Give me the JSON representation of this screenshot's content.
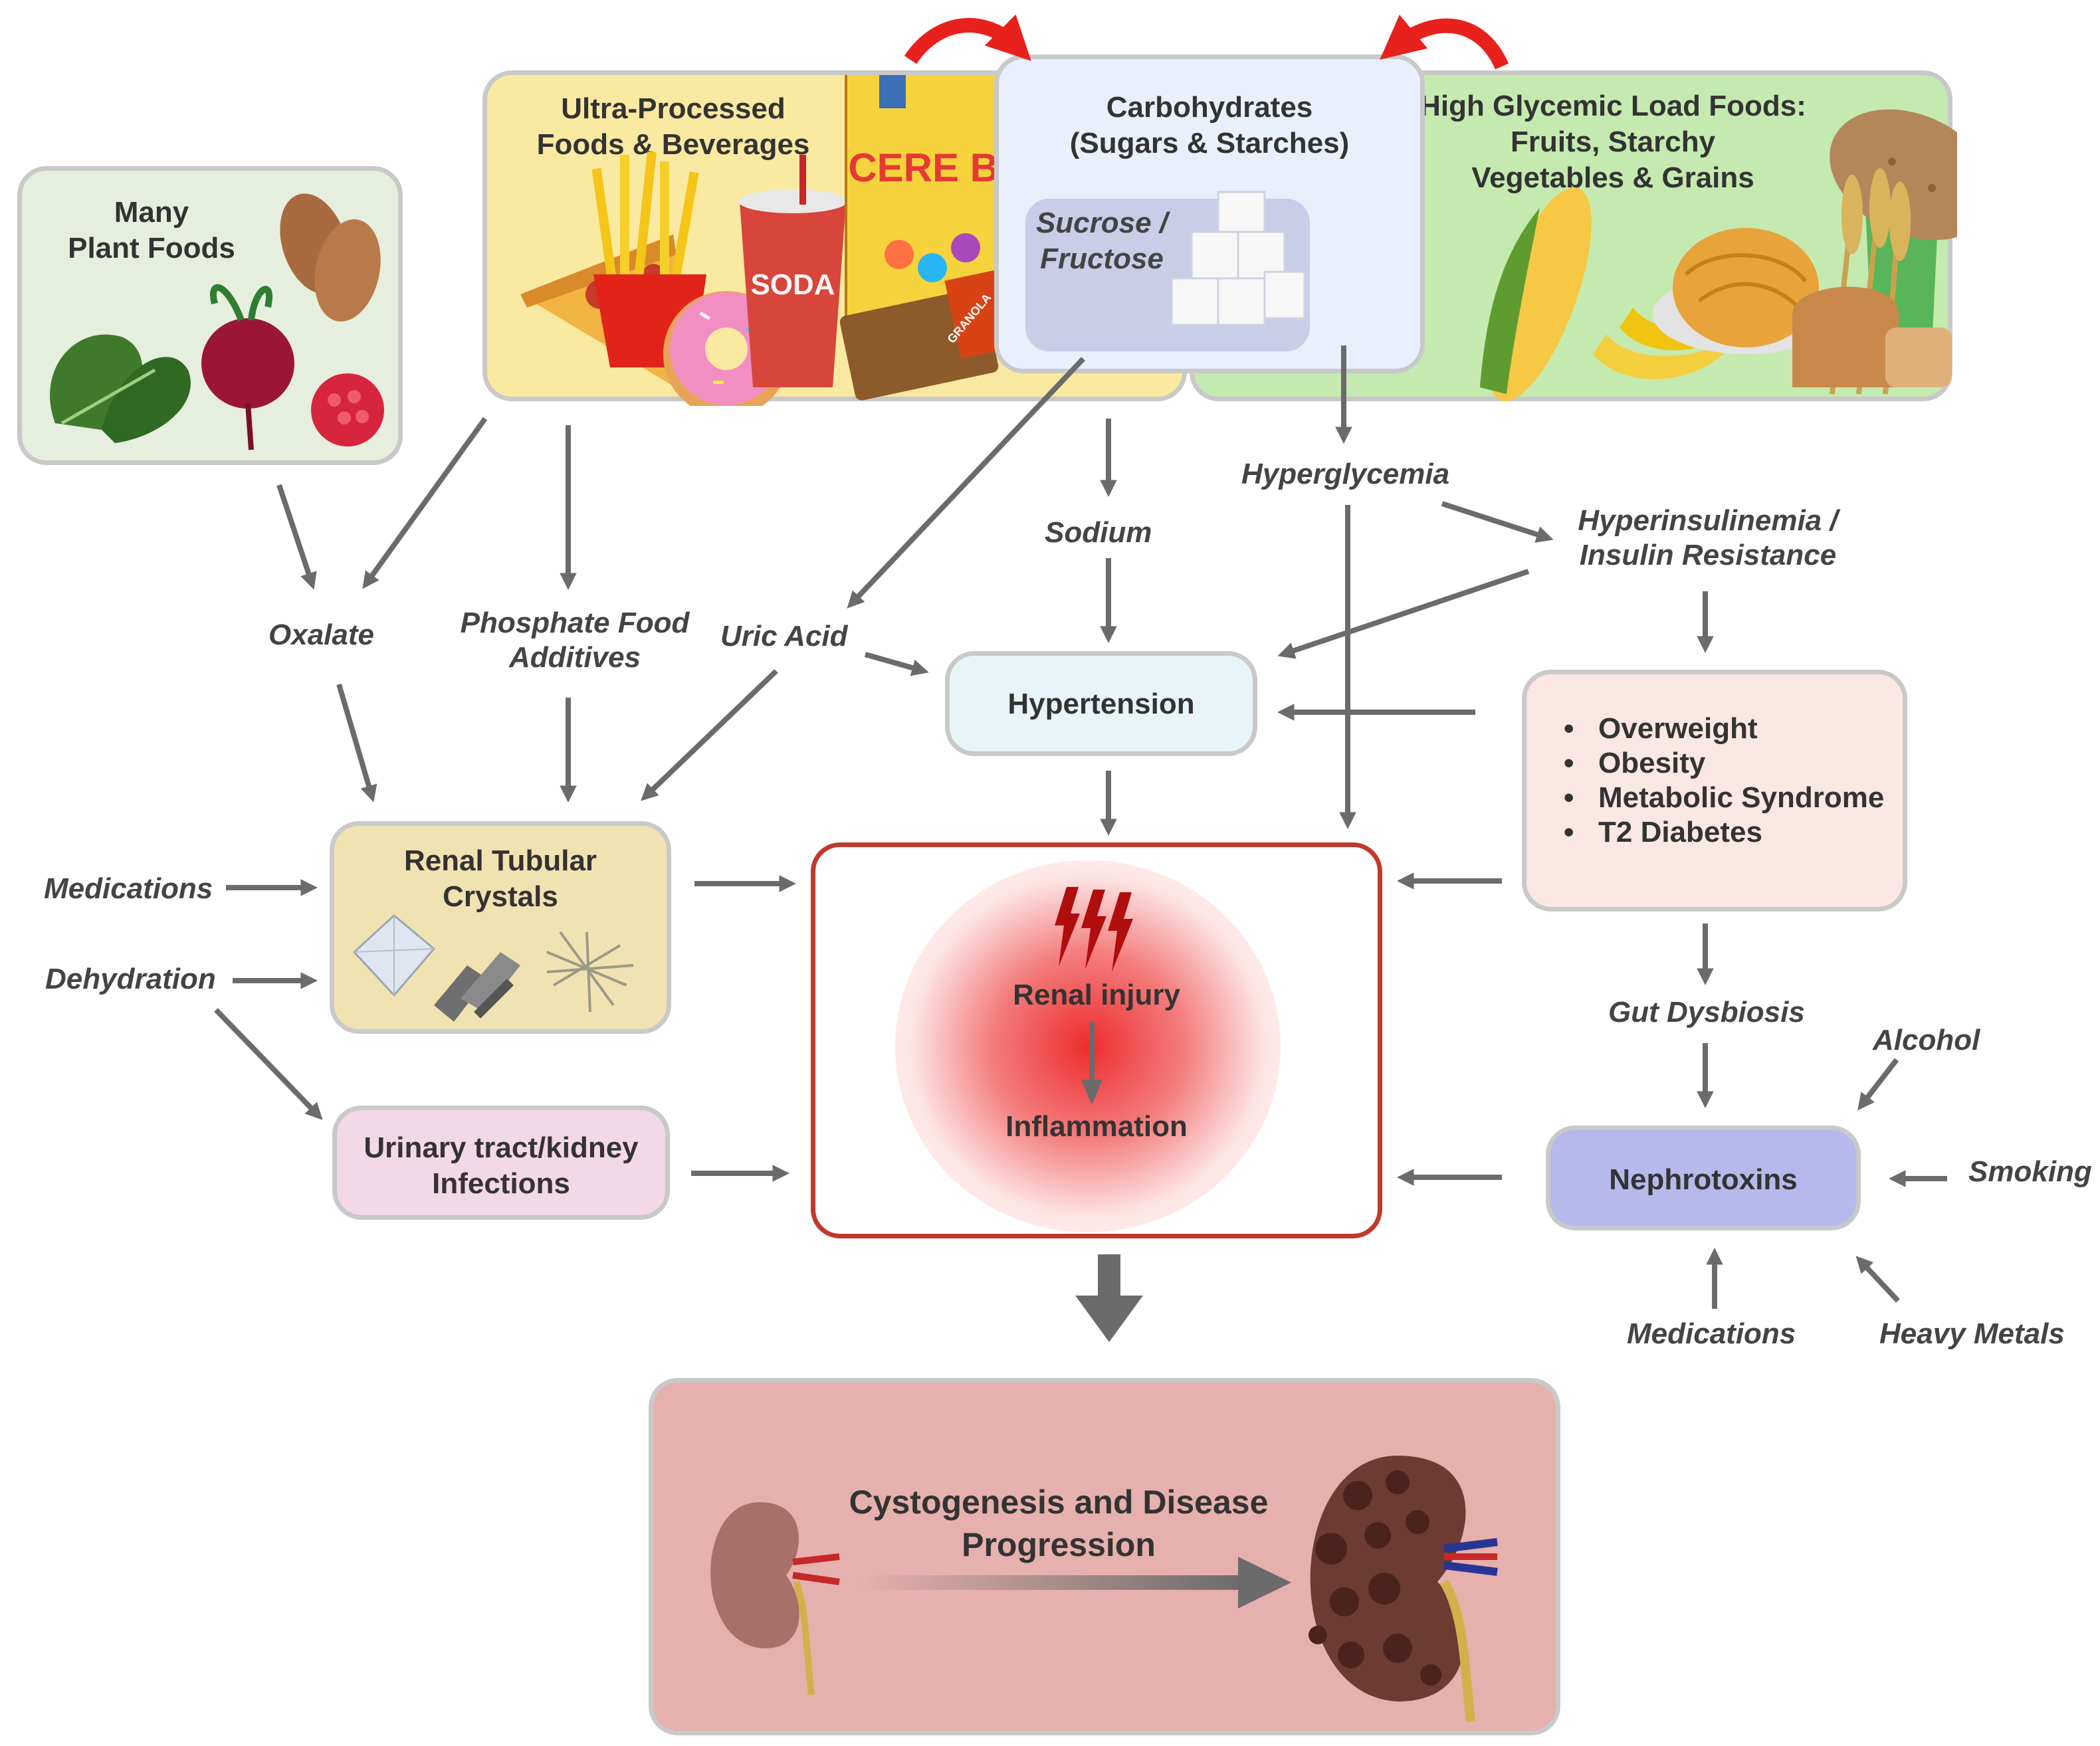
{
  "nodes": {
    "plant_foods": "Many\nPlant Foods",
    "ultra_processed": "Ultra-Processed\nFoods & Beverages",
    "carbohydrates": "Carbohydrates\n(Sugars & Starches)",
    "sucrose": "Sucrose /\nFructose",
    "high_glycemic": "High Glycemic Load Foods:\nFruits, Starchy\nVegetables & Grains",
    "hypertension": "Hypertension",
    "renal_crystals": "Renal Tubular\nCrystals",
    "infections": "Urinary tract/kidney\nInfections",
    "renal_injury": "Renal injury",
    "inflammation": "Inflammation",
    "nephrotoxins": "Nephrotoxins",
    "cystogenesis": "Cystogenesis and Disease\nProgression"
  },
  "conditions": [
    "Overweight",
    "Obesity",
    "Metabolic Syndrome",
    "T2 Diabetes"
  ],
  "labels": {
    "oxalate": "Oxalate",
    "phosphate": "Phosphate Food\nAdditives",
    "uric_acid": "Uric Acid",
    "sodium": "Sodium",
    "hyperglycemia": "Hyperglycemia",
    "hyperinsulinemia": "Hyperinsulinemia /\nInsulin Resistance",
    "medications_left": "Medications",
    "dehydration": "Dehydration",
    "gut_dysbiosis": "Gut Dysbiosis",
    "alcohol": "Alcohol",
    "smoking": "Smoking",
    "medications_right": "Medications",
    "heavy_metals": "Heavy Metals"
  },
  "illustrations": {
    "soda_cup": "SODA",
    "cereal_box": "CERE BO",
    "granola_bar": "GRANOLA"
  },
  "colors": {
    "arrow": "#6b6b6b",
    "feedback_arrow": "#e8211d",
    "injury_border": "#c0392b",
    "plant_box": "#e6eede",
    "ultra_box": "#fae9a0",
    "carb_box": "#e9f0fb",
    "glycemic_box": "#c5eab0",
    "hypertension_box": "#e8f5f8",
    "crystals_box": "#f1e2b2",
    "infections_box": "#f3d8e8",
    "conditions_box": "#fbe7e4",
    "nephrotoxins_box": "#b7b8ec",
    "cystogenesis_box": "#e6b0ad"
  }
}
